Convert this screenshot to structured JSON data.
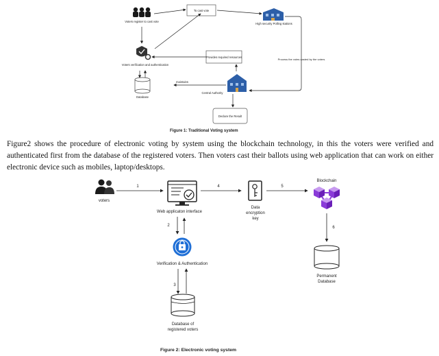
{
  "figure1": {
    "caption": "Figure 1: Traditional Voting system",
    "nodes": {
      "voters_register": "Voters register to cast vote",
      "to_cast_vote": "To cast vote",
      "high_security": "High security Polling stations",
      "voter_verification": "Voters verification and authentication",
      "provides_resources": "Provides required resources",
      "process_votes": "Process the votes casted by the voters",
      "database": "Database",
      "maintains": "maintains",
      "central_authority": "Central Authority",
      "declare_result": "Declare the Result"
    }
  },
  "paragraph": "Figure2 shows the procedure of electronic voting by system using the blockchain technology, in this the voters were verified and authenticated first from the database of the registered voters. Then voters cast their ballots using web application that can work on either electronic device such as mobiles, laptop/desktops.",
  "figure2": {
    "caption": "Figure 2: Electronic voting system",
    "nodes": {
      "voters": "voters",
      "web_app": "Web applicaton interface",
      "verification": "Verification & Authentication",
      "db_registered_1": "Database of",
      "db_registered_2": "registered voters",
      "encryption_1": "Data",
      "encryption_2": "encryption",
      "encryption_3": "key",
      "blockchain": "Blockchain",
      "permanent_1": "Permanent",
      "permanent_2": "Database"
    },
    "steps": {
      "s1": "1",
      "s2": "2",
      "s3": "3",
      "s4": "4",
      "s5": "5",
      "s6": "6"
    }
  },
  "colors": {
    "blockchain_purple": "#8a3bd8",
    "verify_blue": "#1f6fd6",
    "station_blue": "#2d5fa8"
  }
}
